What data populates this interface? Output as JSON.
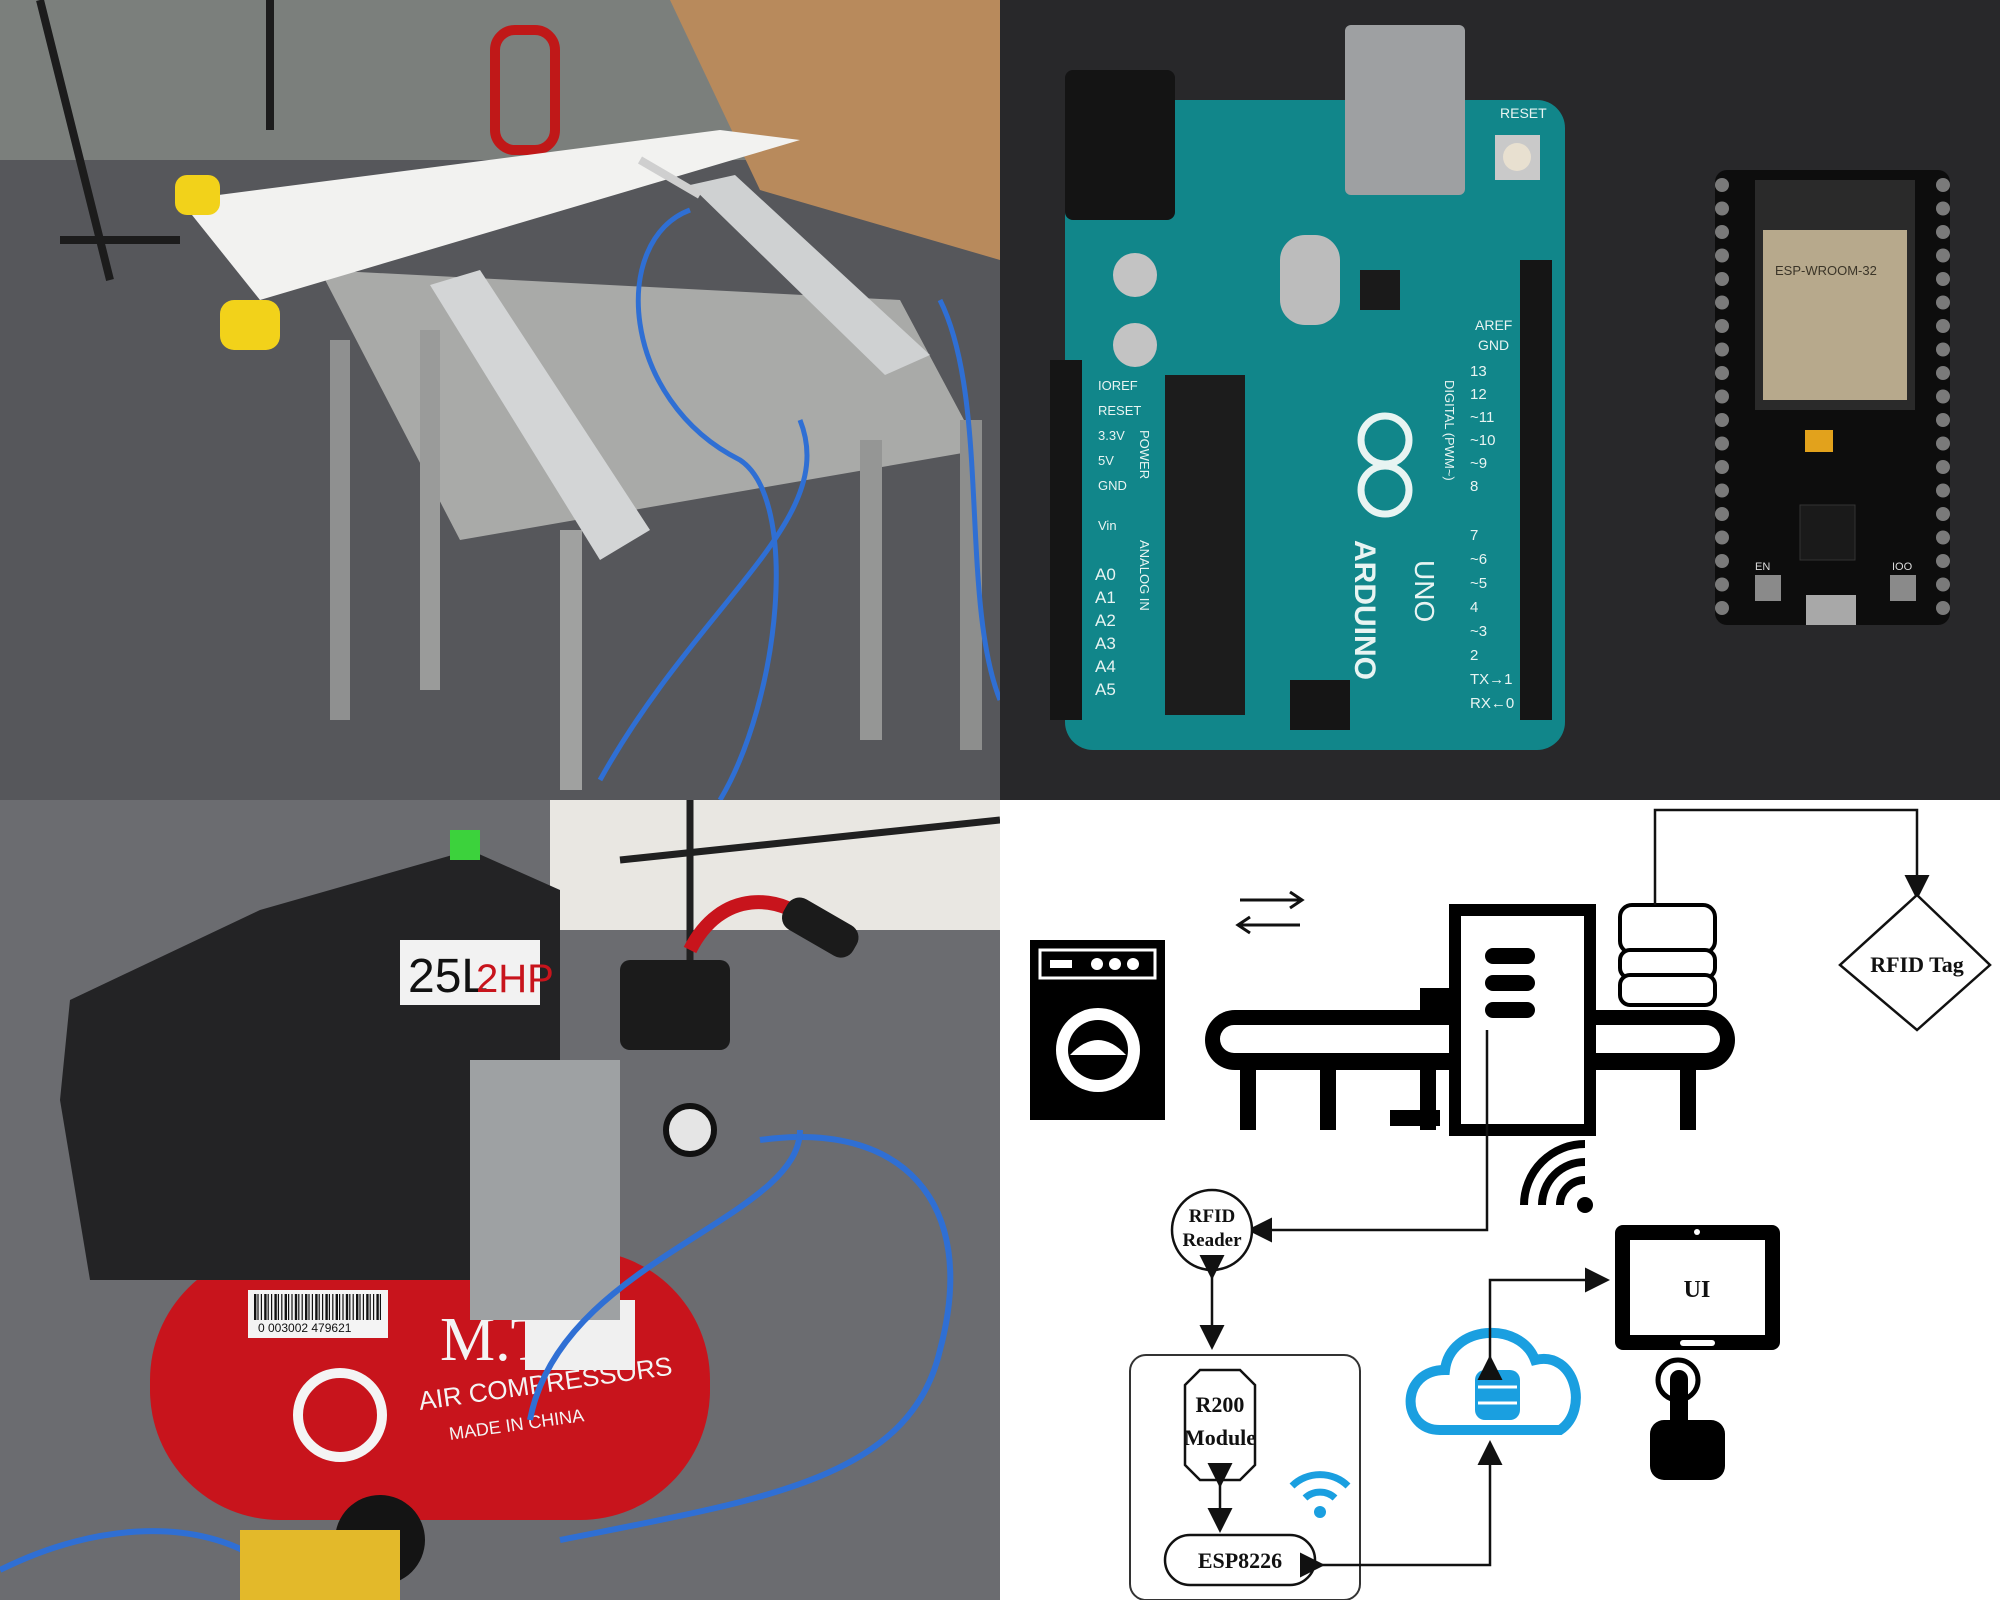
{
  "boards": {
    "uno_brand": "ARDUINO",
    "uno_model": "UNO",
    "reset_label": "RESET",
    "aref_label": "AREF",
    "gnd_label": "GND",
    "digital_label": "DIGITAL (PWM~)",
    "power_label": "POWER",
    "analog_label": "ANALOG IN",
    "ioref_label": "IOREF",
    "reset2_label": "RESET",
    "v33_label": "3.3V",
    "v5_label": "5V",
    "gnd2_label": "GND",
    "vin_label": "Vin",
    "analog_pins": [
      "A0",
      "A1",
      "A2",
      "A3",
      "A4",
      "A5"
    ],
    "digital_pins": [
      "13",
      "12",
      "~11",
      "~10",
      "~9",
      "8",
      "7",
      "~6",
      "~5",
      "4",
      "~3",
      "2",
      "TX→1",
      "RX←0"
    ],
    "esp32_module": "ESP-WROOM-32",
    "esp32_en": "EN",
    "esp32_boot": "IOO"
  },
  "compressor": {
    "capacity_label": "25L",
    "power_label": "2HP",
    "brand": "M.T.S",
    "subtitle": "AIR COMPRESSORS",
    "made_in": "MADE IN CHINA",
    "barcode_number": "0  003002  479621"
  },
  "diagram": {
    "rfid_tag": "RFID Tag",
    "rfid_reader_line1": "RFID",
    "rfid_reader_line2": "Reader",
    "r200_line1": "R200",
    "r200_line2": "Module",
    "esp_label": "ESP8226",
    "ui_label": "UI"
  },
  "colors": {
    "pcb_teal": "#11868a",
    "compressor_red": "#c8141c",
    "cloud_blue": "#1a9fe0",
    "tape_yellow": "#f2d21a"
  }
}
